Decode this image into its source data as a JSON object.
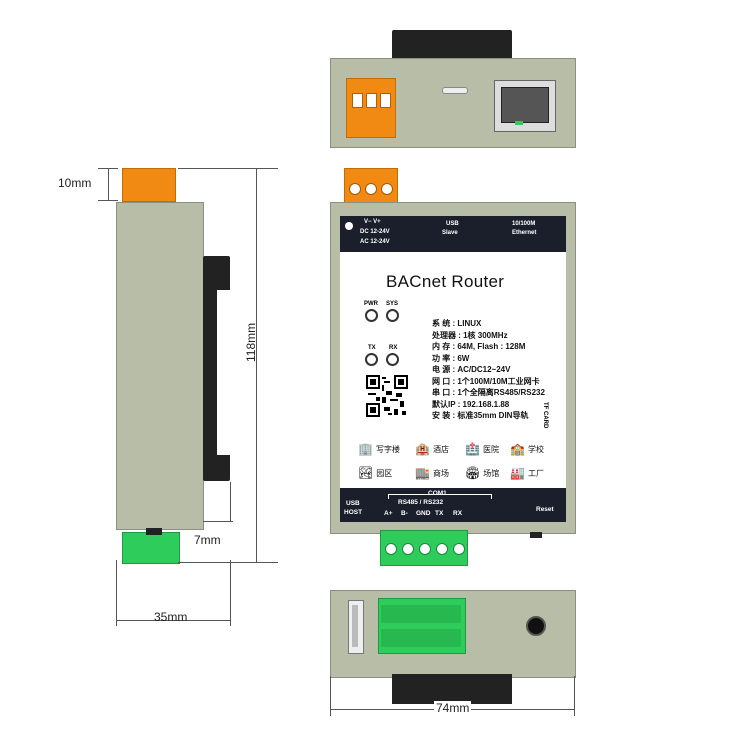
{
  "dimensions": {
    "terminal_height": "10mm",
    "body_height": "118mm",
    "rail_depth": "7mm",
    "side_width": "35mm",
    "front_width": "74mm"
  },
  "front": {
    "top_labels": {
      "power_polarity": "V−   V+",
      "dc": "DC  12-24V",
      "ac": "AC  12-24V",
      "usb_line1": "USB",
      "usb_line2": "Slave",
      "eth_line1": "10/100M",
      "eth_line2": "Ethernet"
    },
    "title": "BACnet Router",
    "leds": {
      "pwr": "PWR",
      "sys": "SYS",
      "tx": "TX",
      "rx": "RX"
    },
    "specs": [
      "系  统 : LINUX",
      "处理器 : 1核 300MHz",
      "内  存 : 64M,   Flash : 128M",
      "功  率 : 6W",
      "电  源 : AC/DC12~24V",
      "网  口 : 1个100M/10M工业网卡",
      "串  口 : 1个全隔离RS485/RS232",
      "默认IP : 192.168.1.88",
      "安  装 : 标准35mm DIN导轨"
    ],
    "tf_card": "TF CARD",
    "applications": [
      {
        "label": "写字楼",
        "icon": "office-building-icon"
      },
      {
        "label": "酒店",
        "icon": "hotel-icon"
      },
      {
        "label": "医院",
        "icon": "hospital-icon"
      },
      {
        "label": "学校",
        "icon": "school-icon"
      },
      {
        "label": "园区",
        "icon": "park-icon"
      },
      {
        "label": "商场",
        "icon": "mall-icon"
      },
      {
        "label": "场馆",
        "icon": "stadium-icon"
      },
      {
        "label": "工厂",
        "icon": "factory-icon"
      }
    ],
    "bottom_labels": {
      "usb_host_1": "USB",
      "usb_host_2": "HOST",
      "com1": "COM1",
      "com1_mode": "RS485 / RS232",
      "pins": [
        "A+",
        "B-",
        "GND",
        "TX",
        "RX"
      ],
      "reset": "Reset"
    }
  },
  "colors": {
    "housing": "#b8bda7",
    "panel": "#1a1f2b",
    "terminal_green": "#2ecc5b",
    "terminal_orange": "#f08a12"
  }
}
